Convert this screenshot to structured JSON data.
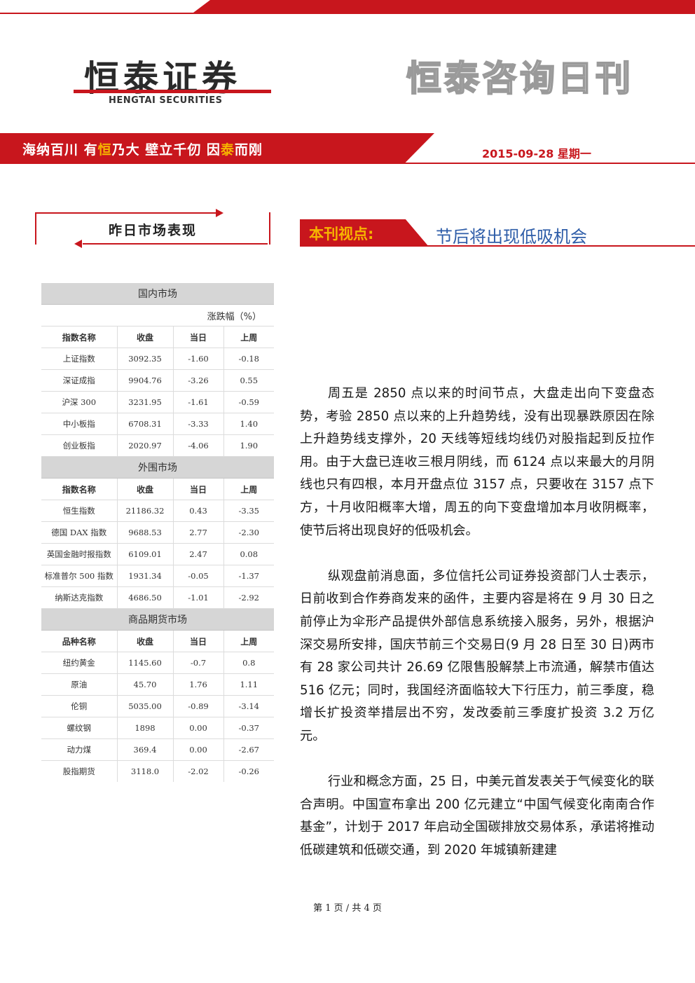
{
  "header": {
    "logo_cn": "恒泰证券",
    "logo_en": "HENGTAI SECURITIES",
    "daily_title": "恒泰咨询日刊",
    "slogan": {
      "a1": "海纳百川  有",
      "a2": "恒",
      "a3": "乃大    壁立千仞  因",
      "a4": "泰",
      "a5": "而刚"
    },
    "date": "2015-09-28  星期一"
  },
  "left_section": {
    "title": "昨日市场表现"
  },
  "right_section": {
    "label": "本刊视点:",
    "title": "节后将出现低吸机会"
  },
  "market_table": {
    "domestic": {
      "title": "国内市场",
      "unit": "涨跌幅（%）",
      "headers": [
        "指数名称",
        "收盘",
        "当日",
        "上周"
      ],
      "rows": [
        [
          "上证指数",
          "3092.35",
          "-1.60",
          "-0.18"
        ],
        [
          "深证成指",
          "9904.76",
          "-3.26",
          "0.55"
        ],
        [
          "沪深 300",
          "3231.95",
          "-1.61",
          "-0.59"
        ],
        [
          "中小板指",
          "6708.31",
          "-3.33",
          "1.40"
        ],
        [
          "创业板指",
          "2020.97",
          "-4.06",
          "1.90"
        ]
      ]
    },
    "foreign": {
      "title": "外围市场",
      "headers": [
        "指数名称",
        "收盘",
        "当日",
        "上周"
      ],
      "rows": [
        [
          "恒生指数",
          "21186.32",
          "0.43",
          "-3.35"
        ],
        [
          "德国 DAX 指数",
          "9688.53",
          "2.77",
          "-2.30"
        ],
        [
          "英国金融时报指数",
          "6109.01",
          "2.47",
          "0.08"
        ],
        [
          "标准普尔 500 指数",
          "1931.34",
          "-0.05",
          "-1.37"
        ],
        [
          "纳斯达克指数",
          "4686.50",
          "-1.01",
          "-2.92"
        ]
      ]
    },
    "futures": {
      "title": "商品期货市场",
      "headers": [
        "品种名称",
        "收盘",
        "当日",
        "上周"
      ],
      "rows": [
        [
          "纽约黄金",
          "1145.60",
          "-0.7",
          "0.8"
        ],
        [
          "原油",
          "45.70",
          "1.76",
          "1.11"
        ],
        [
          "伦铜",
          "5035.00",
          "-0.89",
          "-3.14"
        ],
        [
          "螺纹钢",
          "1898",
          "0.00",
          "-0.37"
        ],
        [
          "动力煤",
          "369.4",
          "0.00",
          "-2.67"
        ],
        [
          "股指期货",
          "3118.0",
          "-2.02",
          "-0.26"
        ]
      ]
    }
  },
  "article": {
    "p1": "周五是 2850 点以来的时间节点，大盘走出向下变盘态势，考验 2850 点以来的上升趋势线，没有出现暴跌原因在除上升趋势线支撑外，20 天线等短线均线仍对股指起到反拉作用。由于大盘已连收三根月阴线，而 6124 点以来最大的月阴线也只有四根，本月开盘点位 3157 点，只要收在 3157 点下方，十月收阳概率大增，周五的向下变盘增加本月收阴概率，使节后将出现良好的低吸机会。",
    "p2": "纵观盘前消息面，多位信托公司证券投资部门人士表示，日前收到合作券商发来的函件，主要内容是将在 9 月 30 日之前停止为伞形产品提供外部信息系统接入服务，另外，根据沪深交易所安排，国庆节前三个交易日(9 月 28 日至 30 日)两市有 28 家公司共计 26.69 亿限售股解禁上市流通，解禁市值达 516 亿元；同时，我国经济面临较大下行压力，前三季度，稳增长扩投资举措层出不穷，发改委前三季度扩投资 3.2 万亿元。",
    "p3": "行业和概念方面，25 日，中美元首发表关于气候变化的联合声明。中国宣布拿出 200 亿元建立“中国气候变化南南合作基金”，计划于 2017 年启动全国碳排放交易体系，承诺将推动低碳建筑和低碳交通，到 2020 年城镇新建建"
  },
  "footer": {
    "page_info": "第 1 页 / 共 4 页"
  }
}
